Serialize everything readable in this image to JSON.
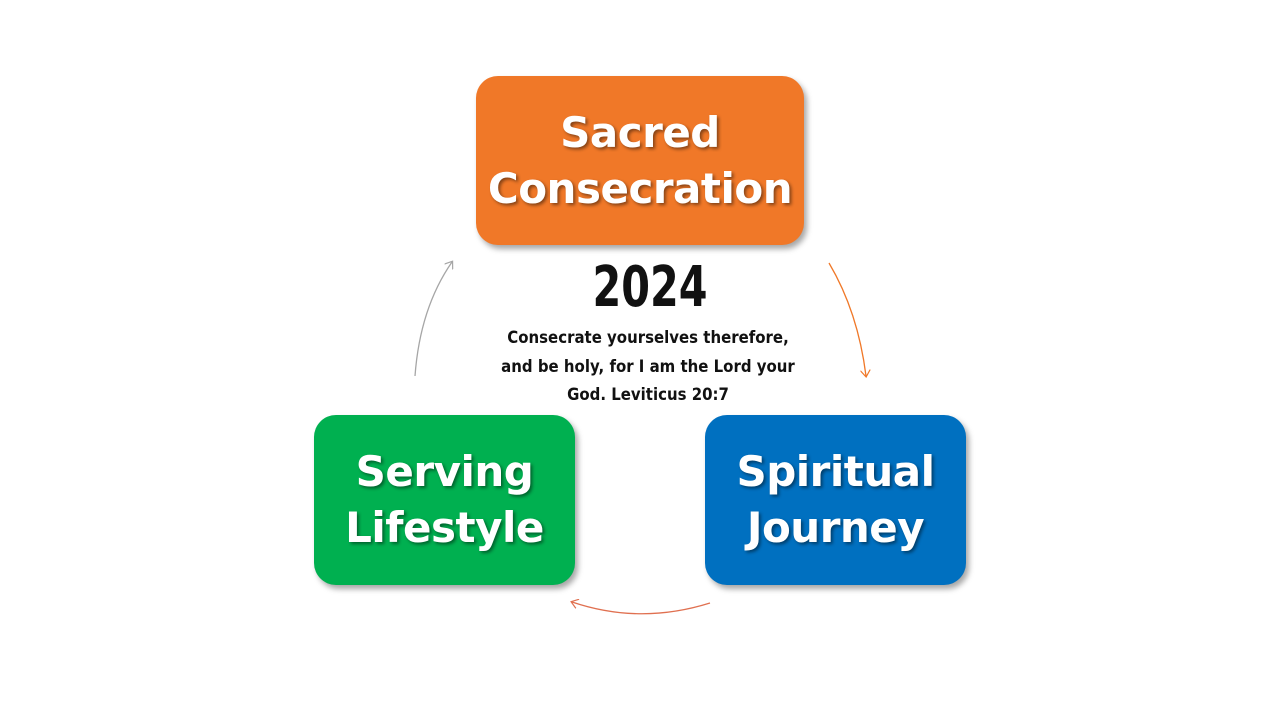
{
  "nodes": {
    "top": {
      "label": "Sacred\nConsecration",
      "color": "#F07828"
    },
    "right": {
      "label": "Spiritual\nJourney",
      "color": "#0070C0"
    },
    "left": {
      "label": "Serving\nLifestyle",
      "color": "#00B050"
    }
  },
  "center": {
    "year": "2024",
    "verse": "Consecrate yourselves therefore,\nand be holy, for I am the Lord your\nGod.    Leviticus 20:7"
  },
  "arrows": {
    "top_to_right_color": "#F07828",
    "right_to_left_color": "#E07050",
    "left_to_top_color": "#A6A6A6"
  }
}
